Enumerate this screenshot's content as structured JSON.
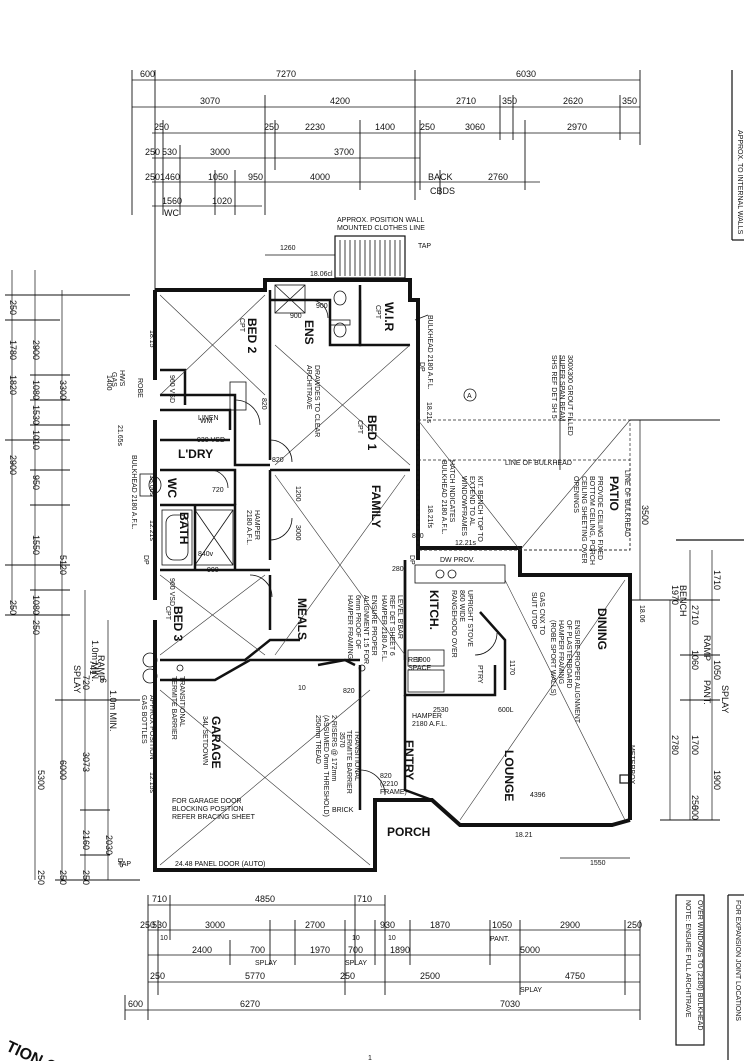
{
  "dimensions": {
    "top_rows": [
      [
        "600",
        "7270",
        "6030"
      ],
      [
        "3070",
        "4200",
        "2710",
        "350",
        "2620",
        "350"
      ],
      [
        "250",
        "250",
        "2230",
        "1400",
        "250",
        "3060",
        "2970"
      ],
      [
        "250",
        "530",
        "3000",
        "3700"
      ],
      [
        "250",
        "1460",
        "1050",
        "950",
        "4000",
        "BACK",
        "2760"
      ],
      [
        "1560",
        "1020",
        "WC",
        "CBDS"
      ]
    ],
    "bottom_rows": [
      [
        "710",
        "4850",
        "710"
      ],
      [
        "250",
        "530",
        "3000",
        "2700",
        "930",
        "1870",
        "1050",
        "2900",
        "250"
      ],
      [
        "2400",
        "700",
        "1970",
        "700",
        "1890",
        "5000"
      ],
      [
        "250",
        "5770",
        "250",
        "2500",
        "4750"
      ],
      [
        "600",
        "6270",
        "7030"
      ],
      [
        "10",
        "10",
        "SPLAY",
        "SPLAY",
        "10",
        "PANT.",
        "SPLAY"
      ]
    ],
    "left_rows": [
      [
        "1780",
        "250",
        "2900",
        "250"
      ],
      [
        "1820",
        "3300",
        "5120",
        "250"
      ],
      [
        "2900",
        "1080",
        "1530",
        "1010",
        "950",
        "1550",
        "1080"
      ],
      [
        "6000",
        "5300"
      ],
      [
        "3073",
        "2160",
        "2030",
        "720",
        "741",
        "1.0m MIN.",
        "6",
        "1.0m MIN."
      ],
      [
        "SPLAY",
        "RAMP",
        "250",
        "250",
        "250"
      ]
    ],
    "right_rows": [
      [
        "3500",
        "1970"
      ],
      [
        "2780",
        "1060",
        "1700",
        "600",
        "250",
        "1900"
      ],
      [
        "2710",
        "1710",
        "1050",
        "BENCH",
        "PANT.",
        "SPLAY",
        "RAMP"
      ]
    ],
    "misc": [
      "1260",
      "1000",
      "2530",
      "4396",
      "1550",
      "820",
      "820",
      "820",
      "1200",
      "3000",
      "900",
      "900",
      "900",
      "720",
      "840v",
      "930 VSD",
      "960 VSD",
      "960 VSD",
      "3570",
      "10",
      "18.06cl",
      "18.15",
      "18.21",
      "18.21s",
      "18.21fs",
      "12.21s",
      "12.21s",
      "18.06",
      "18.06s",
      "21.65s",
      "12.15s",
      "860",
      "280",
      "600L",
      "1170"
    ]
  },
  "rooms": {
    "bed2": {
      "name": "BED 2",
      "sub": "CPT"
    },
    "bed1": {
      "name": "BED 1",
      "sub": "CPT"
    },
    "bed3": {
      "name": "BED 3",
      "sub": "CPT"
    },
    "ens": {
      "name": "ENS"
    },
    "wir": {
      "name": "W.I.R",
      "sub": "CPT"
    },
    "ldry": {
      "name": "L'DRY"
    },
    "bath": {
      "name": "BATH"
    },
    "wc": {
      "name": "WC"
    },
    "family": {
      "name": "FAMILY"
    },
    "meals": {
      "name": "MEALS"
    },
    "kitch": {
      "name": "KITCH."
    },
    "dining": {
      "name": "DINING"
    },
    "lounge": {
      "name": "LOUNGE"
    },
    "entry": {
      "name": "ENTRY"
    },
    "porch": {
      "name": "PORCH"
    },
    "garage": {
      "name": "GARAGE",
      "sub": "34L SETDOWN"
    },
    "patio": {
      "name": "PATIO"
    },
    "linen": {
      "name": "LINEN"
    },
    "robe": {
      "name": "ROBE"
    },
    "ptry": {
      "name": "PTRY"
    },
    "wm": {
      "name": "WM"
    }
  },
  "notes": {
    "clothes_line": [
      "APPROX. POSITION WALL",
      "MOUNTED CLOTHES LINE"
    ],
    "bulkhead_2180": "BULKHEAD 2180 A.F.L.",
    "bulkhead_2180_ldry": "BULKHEAD 2180 A.F.L.",
    "franch_archi": [
      "DRAWDES TO CLEAR",
      "ARCHITRAVE"
    ],
    "hamper_2180": [
      "HAMPER",
      "2180 A.F.L."
    ],
    "hamper_2180_b": [
      "HAMPER",
      "2180 A.F.L."
    ],
    "patio_notes": [
      "PROVIDE CEILING FIXED",
      "BOTTOM CEILING, PORCH",
      "CEILING SHEETING OVER",
      "OPENINGS"
    ],
    "kit_bench": [
      "KIT. BENCH TOP TO",
      "EXTEND TO AL",
      "WINDOWFRAMES"
    ],
    "hatch": [
      "HATCH INDICATES",
      "BULKHEAD 2180 A.F.L."
    ],
    "line_of_bulkhead": "LINE OF BULKHEAD",
    "line_of_bulkhead_v": "LINE OF BULKHEAD",
    "roof_note": [
      "300X300 GROUT FILLED",
      "SUPER SPAN BEAM",
      "SHS REF DET SH 5"
    ],
    "gas_cnx": [
      "GAS CNX TO",
      "SUIT UTOP"
    ],
    "ensure_align": [
      "ENSURE PROPER ALIGNMENT",
      "OF PLASTERBOARD",
      "HAMPER FRAMING",
      "(ROBE SPORT WALLS)"
    ],
    "ensure_align_b": [
      "ENSURE PROPER",
      "ALIGNMENT 1:5 FOR",
      "6mm PROOF OF",
      "HAMPER FRAMING"
    ],
    "level_bar": [
      "LEVEL B'BAR",
      "REF DET SHEET 6"
    ],
    "hamper_2180_c": "HAMPER 2180 A.F.L.",
    "upright_stove": [
      "UPRIGHT STOVE",
      "860 WIDE",
      "RANGEHOOD OVER"
    ],
    "dw_prov": "DW PROV.",
    "ref_space": [
      "REF",
      "SPACE"
    ],
    "garage_door": [
      "FOR GARAGE DOOR",
      "BLOCKING POSITION",
      "REFER BRACING SHEET"
    ],
    "panel_door": "24.48 PANEL DOOR (AUTO)",
    "termite_a": [
      "TRANSITIONAL",
      "TERMITE BARRIER"
    ],
    "termite_b": [
      "TRANSITIONAL",
      "TERMITE BARRIER"
    ],
    "gas_bottles": [
      "APPROX POSITION",
      "GAS BOTTLES"
    ],
    "steps": [
      "2 RISERS @ 172mm",
      "(ASSUMED 0mm THRESHOLD)",
      "250mm TREAD"
    ],
    "frame_820": [
      "820",
      "(2210",
      "FRAME)"
    ],
    "brick": "BRICK",
    "meterbox": "METERBOX",
    "tap": "TAP",
    "dp": "DP",
    "hw_s": [
      "HWS",
      "GAS"
    ],
    "top_right_vert": "APPROX. TO INTERNAL WALLS",
    "right_note": [
      "NOTE: ENSURE FULL ARCHITRAVE",
      "OVER WINDOWS TO (2180) BULKHEAD"
    ],
    "right_head": "FOR EXPANSION JOINT LOCATIONS",
    "bottom_left_frag": "TION C",
    "top_frag": "1"
  }
}
